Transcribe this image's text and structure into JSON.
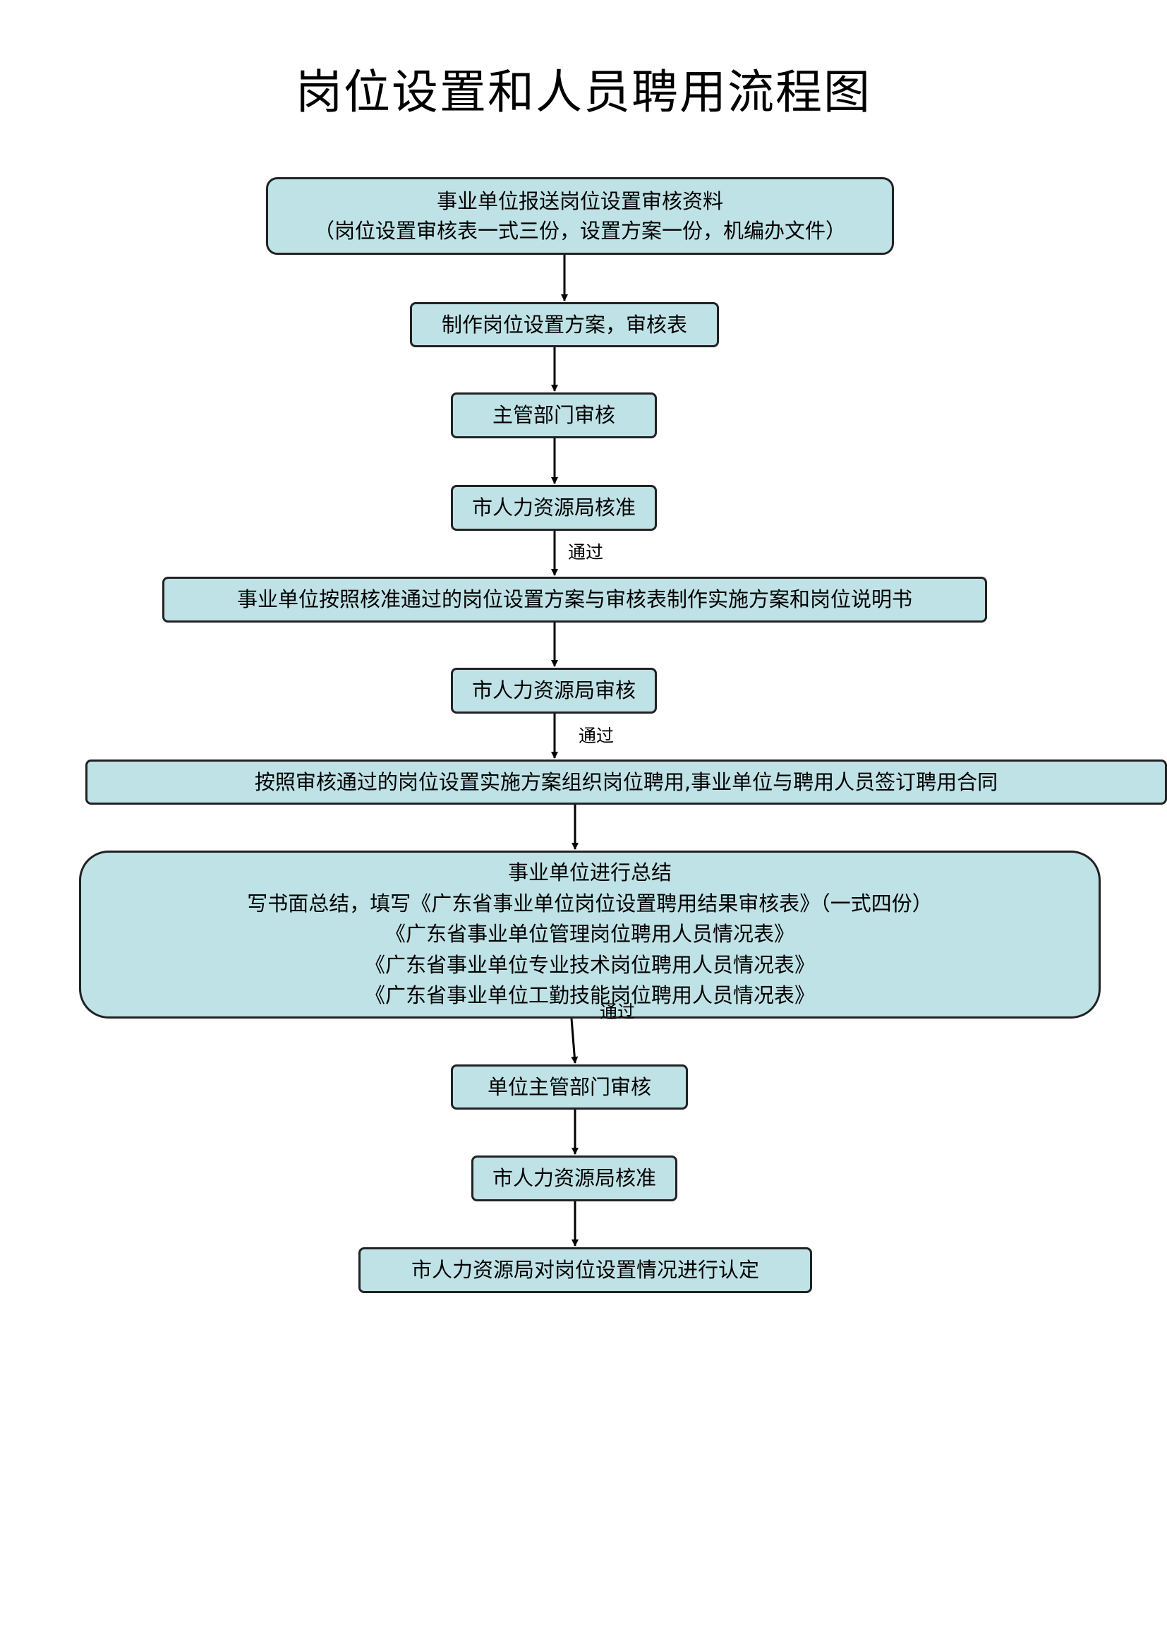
{
  "title": "岗位设置和人员聘用流程图",
  "steps": [
    {
      "lines": [
        "事业单位报送岗位设置审核资料",
        "（岗位设置审核表一式三份，设置方案一份，机编办文件）"
      ]
    },
    {
      "lines": [
        "制作岗位设置方案，审核表"
      ]
    },
    {
      "lines": [
        "主管部门审核"
      ]
    },
    {
      "lines": [
        "市人力资源局核准"
      ]
    },
    {
      "lines": [
        "事业单位按照核准通过的岗位设置方案与审核表制作实施方案和岗位说明书"
      ]
    },
    {
      "lines": [
        "市人力资源局审核"
      ]
    },
    {
      "lines": [
        "按照审核通过的岗位设置实施方案组织岗位聘用,事业单位与聘用人员签订聘用合同"
      ]
    },
    {
      "lines": [
        "事业单位进行总结",
        "写书面总结，填写《广东省事业单位岗位设置聘用结果审核表》（一式四份）",
        "《广东省事业单位管理岗位聘用人员情况表》",
        "《广东省事业单位专业技术岗位聘用人员情况表》",
        "《广东省事业单位工勤技能岗位聘用人员情况表》"
      ]
    },
    {
      "lines": [
        "单位主管部门审核"
      ]
    },
    {
      "lines": [
        "市人力资源局核准"
      ]
    },
    {
      "lines": [
        "市人力资源局对岗位设置情况进行认定"
      ]
    }
  ],
  "edge_labels": [
    "通过",
    "通过",
    "通过"
  ]
}
